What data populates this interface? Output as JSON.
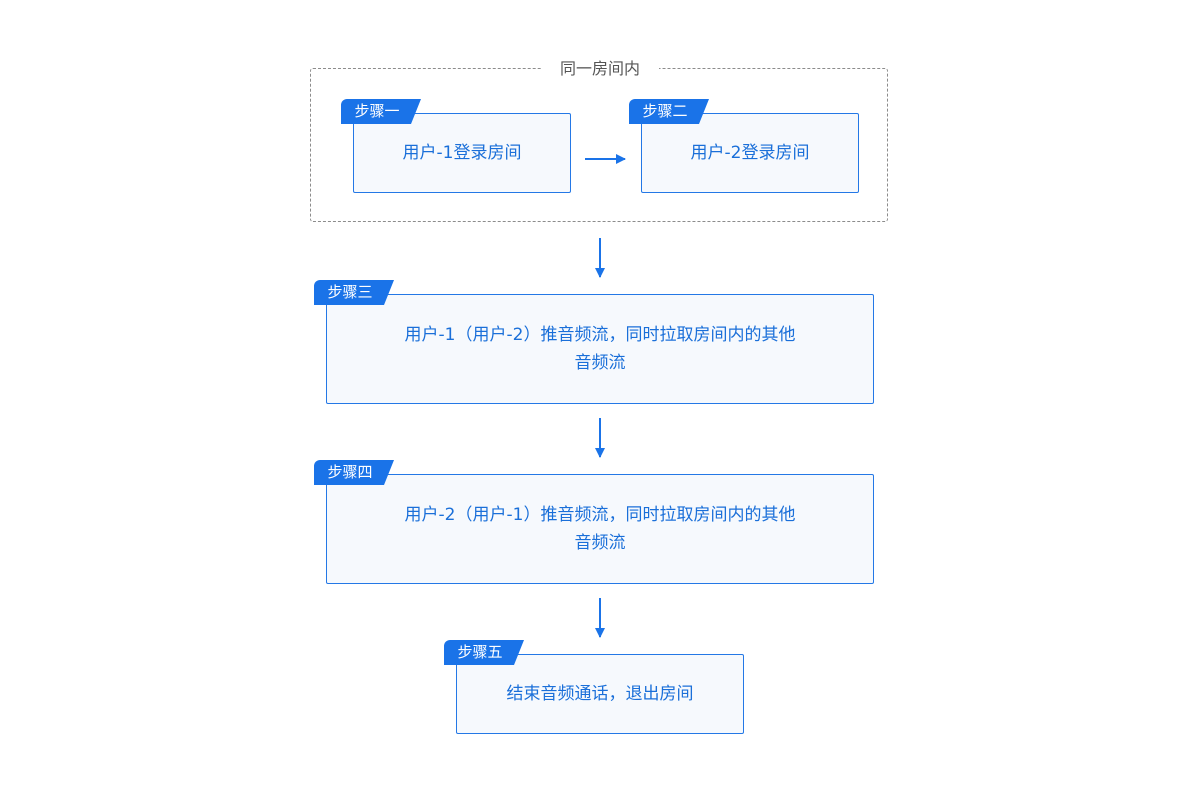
{
  "group": {
    "title": "同一房间内"
  },
  "steps": [
    {
      "tag": "步骤一",
      "text": "用户-1登录房间"
    },
    {
      "tag": "步骤二",
      "text": "用户-2登录房间"
    },
    {
      "tag": "步骤三",
      "line1": "用户-1（用户-2）推音频流，同时拉取房间内的其他",
      "line2": "音频流"
    },
    {
      "tag": "步骤四",
      "line1": "用户-2（用户-1）推音频流，同时拉取房间内的其他",
      "line2": "音频流"
    },
    {
      "tag": "步骤五",
      "text": "结束音频通话，退出房间"
    }
  ],
  "colors": {
    "accent": "#1a73e8",
    "box_border": "#2478e6",
    "box_fill": "#f6f9fd",
    "text": "#1a6fd9",
    "dashed_border": "#8c8c8c"
  }
}
